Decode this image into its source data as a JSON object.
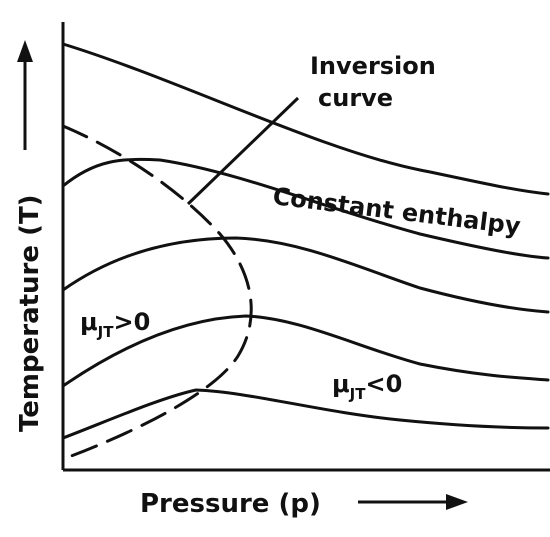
{
  "diagram": {
    "x_axis": {
      "label": "Pressure (p)",
      "symbol": "p"
    },
    "y_axis": {
      "label": "Temperature (T)",
      "symbol": "T"
    },
    "annotations": {
      "inversion_curve_line1": "Inversion",
      "inversion_curve_line2": "curve",
      "constant_enthalpy": "Constant enthalpy",
      "mu_positive_sym": "μ",
      "mu_positive_sub": "JT",
      "mu_positive_rel": ">0",
      "mu_negative_sym": "μ",
      "mu_negative_sub": "JT",
      "mu_negative_rel": "<0"
    },
    "colors": {
      "ink": "#111111",
      "background": "#ffffff"
    }
  }
}
